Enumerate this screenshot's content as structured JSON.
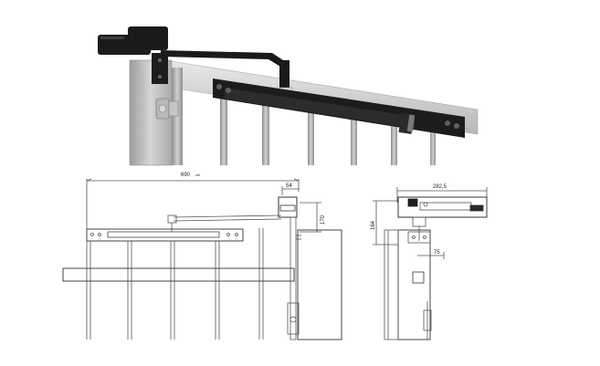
{
  "photo": {
    "frame_color": "#c9c9c9",
    "bracket_color": "#1b1b1b"
  },
  "drawing": {
    "front": {
      "overall_width_label": "690",
      "overall_width_unit": "cm",
      "offset_label": "54",
      "height_label": "170"
    },
    "side": {
      "overall_width_label": "282,5",
      "height_label": "164",
      "offset_label": "75"
    }
  }
}
